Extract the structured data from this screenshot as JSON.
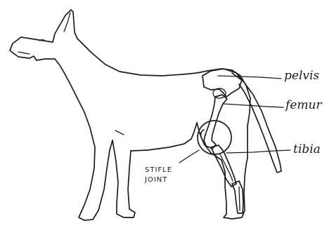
{
  "labels": {
    "pelvis": "pelvis",
    "femur": "femur",
    "tibia": "tibia",
    "stifle_line1": "STIFLE",
    "stifle_line2": "JOINT"
  }
}
